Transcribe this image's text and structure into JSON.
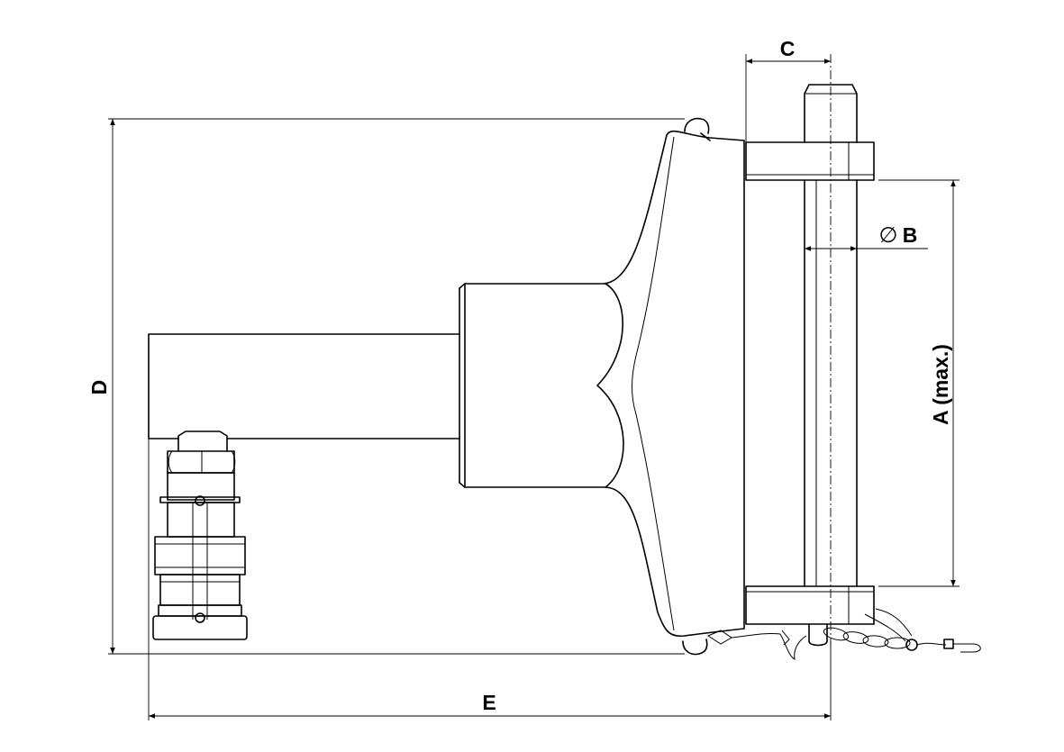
{
  "labels": {
    "a": "A (max.)",
    "b": "B",
    "b_symbol": "∅",
    "c": "C",
    "d": "D",
    "e": "E"
  },
  "colors": {
    "line": "#000000",
    "background": "#ffffff"
  }
}
